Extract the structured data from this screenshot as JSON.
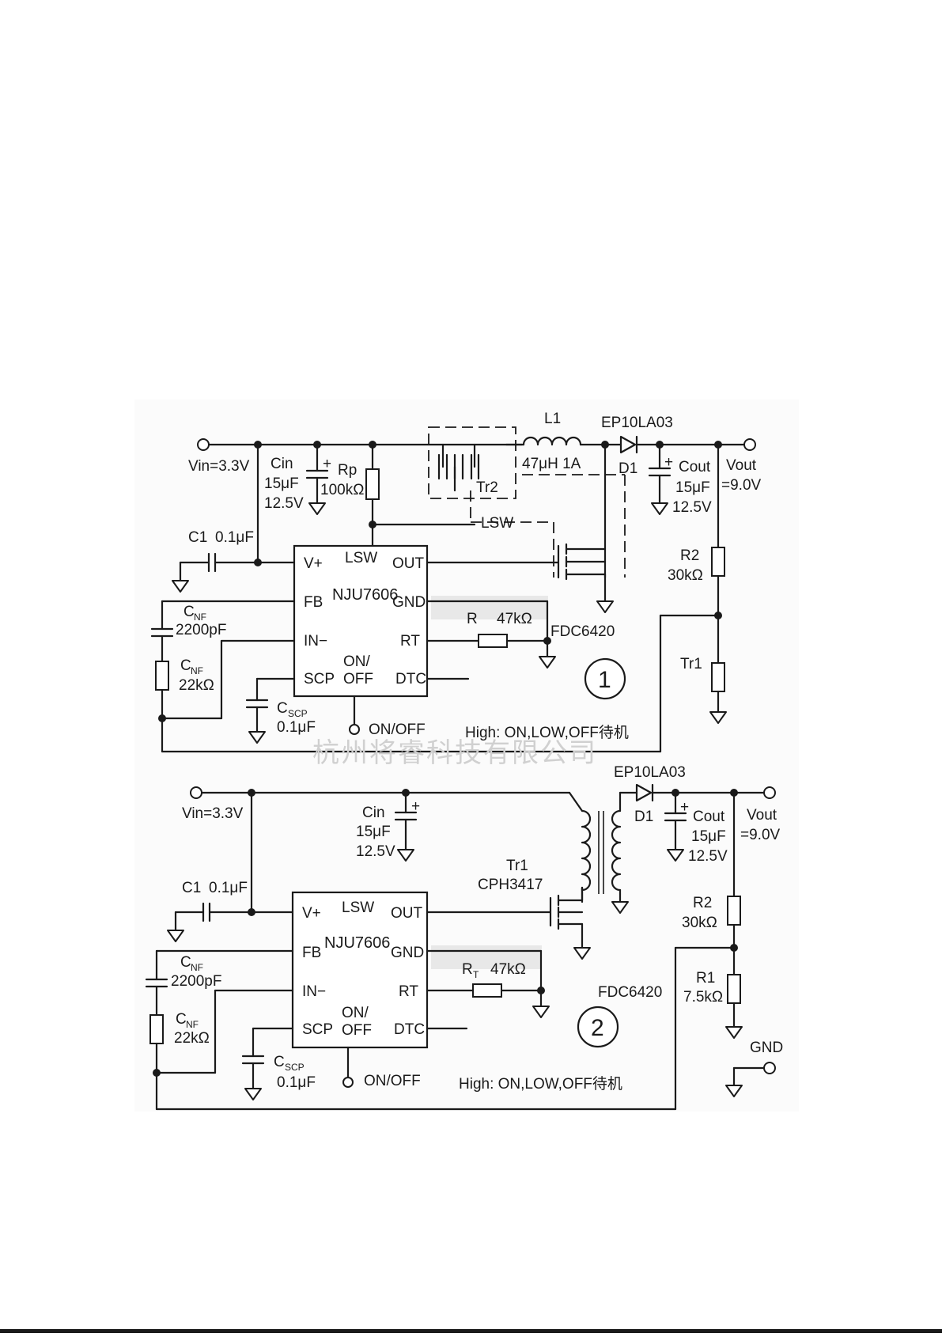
{
  "watermark": "杭州将睿科技有限公司",
  "circuit1": {
    "number": "1",
    "vin": "Vin=3.3V",
    "cin": {
      "name": "Cin",
      "value": "15μF",
      "voltage": "12.5V"
    },
    "rp": {
      "name": "Rp",
      "value": "100kΩ"
    },
    "l1": {
      "name": "L1",
      "value": "47μH  1A"
    },
    "diode": {
      "part": "EP10LA03",
      "name": "D1"
    },
    "cout": {
      "name": "Cout",
      "value": "15μF",
      "voltage": "12.5V"
    },
    "vout": {
      "name": "Vout",
      "value": "=9.0V"
    },
    "tr2": "Tr2",
    "lsw_label": "LSW",
    "c1": {
      "name": "C1",
      "value": "0.1μF"
    },
    "ic": {
      "name": "NJU7606",
      "pins": {
        "vplus": "V+",
        "lsw": "LSW",
        "out": "OUT",
        "fb": "FB",
        "gnd": "GND",
        "inminus": "IN−",
        "rt": "RT",
        "scp": "SCP",
        "on": "ON/",
        "off": "OFF",
        "dtc": "DTC"
      }
    },
    "r2": {
      "name": "R2",
      "value": "30kΩ"
    },
    "cnf_c": {
      "name": "C",
      "sub": "NF",
      "value": "2200pF"
    },
    "cnf_r": {
      "name": "C",
      "sub": "NF",
      "value": "22kΩ"
    },
    "rt": {
      "name": "R",
      "value": "47kΩ"
    },
    "fdc": "FDC6420",
    "tr1": "Tr1",
    "cscp": {
      "name": "C",
      "sub": "SCP",
      "value": "0.1μF"
    },
    "onoff": "ON/OFF",
    "note": "High: ON,LOW,OFF待机"
  },
  "circuit2": {
    "number": "2",
    "vin": "Vin=3.3V",
    "cin": {
      "name": "Cin",
      "value": "15μF",
      "voltage": "12.5V"
    },
    "diode": {
      "part": "EP10LA03",
      "name": "D1"
    },
    "cout": {
      "name": "Cout",
      "value": "15μF",
      "voltage": "12.5V"
    },
    "vout": {
      "name": "Vout",
      "value": "=9.0V"
    },
    "tr1": {
      "name": "Tr1",
      "part": "CPH3417"
    },
    "c1": {
      "name": "C1",
      "value": "0.1μF"
    },
    "ic": {
      "name": "NJU7606",
      "pins": {
        "vplus": "V+",
        "lsw": "LSW",
        "out": "OUT",
        "fb": "FB",
        "gnd": "GND",
        "inminus": "IN−",
        "rt": "RT",
        "scp": "SCP",
        "on": "ON/",
        "off": "OFF",
        "dtc": "DTC"
      }
    },
    "r2": {
      "name": "R2",
      "value": "30kΩ"
    },
    "r1": {
      "name": "R1",
      "value": "7.5kΩ"
    },
    "cnf_c": {
      "name": "C",
      "sub": "NF",
      "value": "2200pF"
    },
    "cnf_r": {
      "name": "C",
      "sub": "NF",
      "value": "22kΩ"
    },
    "rt": {
      "name": "R",
      "sub": "T",
      "value": "47kΩ"
    },
    "fdc": "FDC6420",
    "gnd_label": "GND",
    "cscp": {
      "name": "C",
      "sub": "SCP",
      "value": "0.1μF"
    },
    "onoff": "ON/OFF",
    "note": "High: ON,LOW,OFF待机"
  }
}
